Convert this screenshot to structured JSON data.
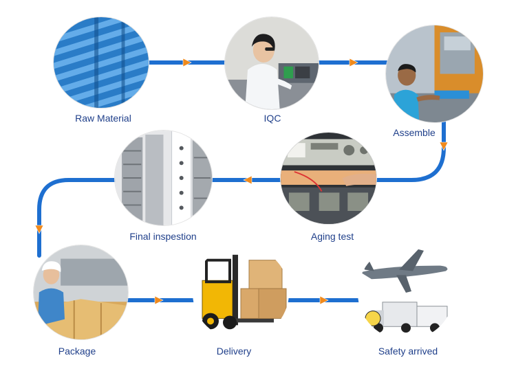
{
  "colors": {
    "connector": "#1e6fd0",
    "arrow": "#f08a1c",
    "label": "#1f3f8a"
  },
  "steps": [
    {
      "label": "Raw Material",
      "icon": "blue-roll-stack-icon"
    },
    {
      "label": "IQC",
      "icon": "inspector-at-bench-icon"
    },
    {
      "label": "Assemble",
      "icon": "worker-at-machine-icon"
    },
    {
      "label": "Aging test",
      "icon": "test-instrument-rack-icon"
    },
    {
      "label": "Final inspestion",
      "icon": "server-rack-icon"
    },
    {
      "label": "Package",
      "icon": "worker-packing-boxes-icon"
    },
    {
      "label": "Delivery",
      "icon": "forklift-with-boxes-icon"
    },
    {
      "label": "Safety arrived",
      "icon": "airplane-and-truck-icon"
    }
  ]
}
